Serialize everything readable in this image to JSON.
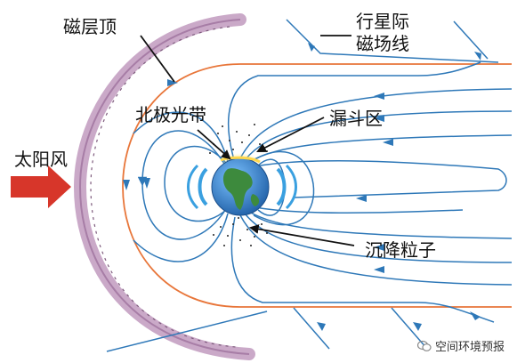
{
  "labels": {
    "magnetopause": "磁层顶",
    "imf_line1": "行星际",
    "imf_line2": "磁场线",
    "aurora": "北极光带",
    "cusp": "漏斗区",
    "solar_wind": "太阳风",
    "precipitating": "沉降粒子"
  },
  "watermark": {
    "text": "空间环境预报",
    "icon": "wechat-icon"
  },
  "colors": {
    "field_line": "#2e78b8",
    "magnetopause_line": "#e8763a",
    "bow_shock": "#b28ab0",
    "arrow": "#d7362a",
    "earth_ocean": "#3a8fd8",
    "earth_land": "#3d8a3d"
  }
}
